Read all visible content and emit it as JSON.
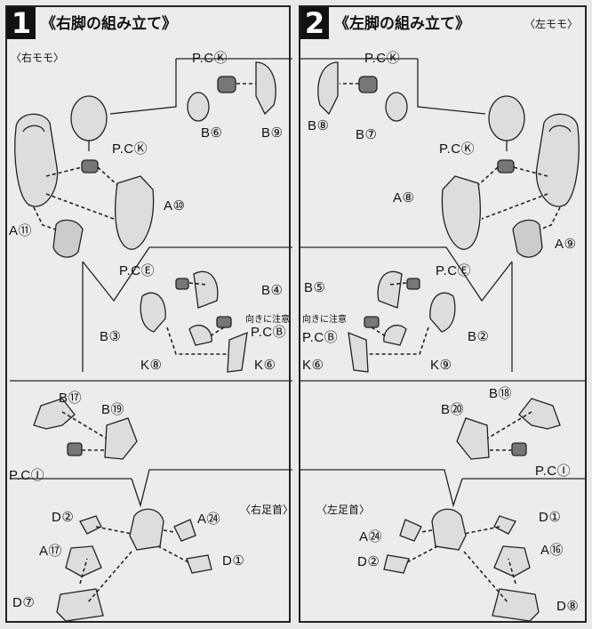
{
  "steps": [
    {
      "number": "1",
      "title": "《右脚の組み立て》",
      "thigh_label": "〈右モモ〉",
      "ankle_label": "〈右足首〉",
      "direction_note": "向きに注意",
      "parts": [
        "P.CⓀ",
        "B⑥",
        "B⑨",
        "P.CⓀ",
        "A⑩",
        "A⑪",
        "P.CⒺ",
        "B④",
        "B③",
        "P.CⒷ",
        "K⑧",
        "K⑥",
        "B⑰",
        "B⑲",
        "P.CⒾ",
        "D②",
        "A㉔",
        "A⑰",
        "D①",
        "D⑦"
      ]
    },
    {
      "number": "2",
      "title": "《左脚の組み立て》",
      "thigh_label": "〈左モモ〉",
      "ankle_label": "〈左足首〉",
      "direction_note": "向きに注意",
      "parts": [
        "P.CⓀ",
        "B⑧",
        "B⑦",
        "P.CⓀ",
        "A⑧",
        "A⑨",
        "P.CⒺ",
        "B⑤",
        "B②",
        "P.CⒷ",
        "K⑥",
        "K⑨",
        "B⑱",
        "B⑳",
        "P.CⒾ",
        "D①",
        "A㉔",
        "D②",
        "A⑯",
        "D⑧"
      ]
    }
  ]
}
